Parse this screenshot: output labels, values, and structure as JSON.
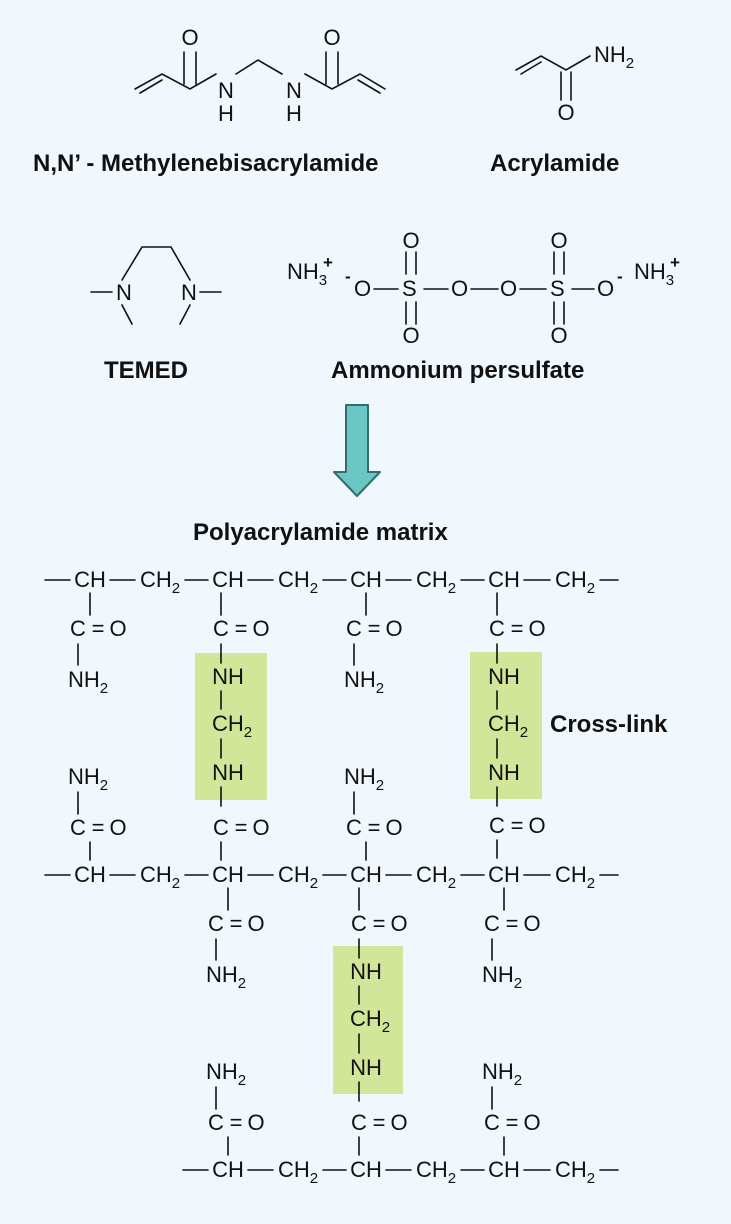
{
  "labels": {
    "bis": "N,N’ - Methylenebisacrylamide",
    "acryl": "Acrylamide",
    "temed": "TEMED",
    "aps": "Ammonium persulfate",
    "matrix": "Polyacrylamide matrix",
    "crosslink": "Cross-link"
  },
  "atoms": {
    "o": "O",
    "n": "N",
    "h": "H",
    "nh": "NH",
    "s": "S",
    "ch": "CH",
    "ch2": "CH",
    "c": "C",
    "eq": "=",
    "two": "2",
    "three": "3",
    "minus": "-",
    "plus": "+"
  },
  "colors": {
    "background": "#f0f8fe",
    "crosslink_highlight": "#d2e69a",
    "arrow_fill": "#6cc6c4",
    "arrow_stroke": "#2f6f6d",
    "ink": "#111111"
  }
}
